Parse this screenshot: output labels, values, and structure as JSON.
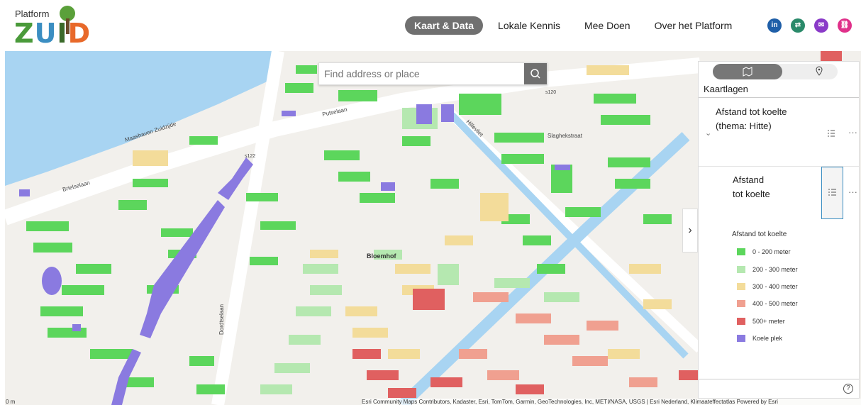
{
  "header": {
    "logo_small": "Platform",
    "logo_letters": [
      "Z",
      "U",
      "I",
      "D"
    ],
    "nav": [
      {
        "label": "Kaart & Data",
        "active": true
      },
      {
        "label": "Lokale Kennis",
        "active": false
      },
      {
        "label": "Mee Doen",
        "active": false
      },
      {
        "label": "Over het Platform",
        "active": false
      }
    ],
    "socials": [
      {
        "icon": "linkedin-icon",
        "glyph": "in",
        "color": "#1f5fa8"
      },
      {
        "icon": "share-icon",
        "glyph": "⇄",
        "color": "#2a8a6a"
      },
      {
        "icon": "mail-icon",
        "glyph": "✉",
        "color": "#8a3ac8"
      },
      {
        "icon": "link-icon",
        "glyph": "⛓",
        "color": "#e0308a"
      }
    ]
  },
  "search": {
    "placeholder": "Find address or place"
  },
  "map": {
    "labels": {
      "maashaven": "Maashaven Zuidzijde",
      "putselaan": "Putselaan",
      "brielselaan": "Brielselaan",
      "bloemhof": "Bloemhof",
      "slaghekstraat": "Slaghekstraat",
      "dordtselaan": "Dordtselaan",
      "hillevliet": "Hillevliet",
      "s120": "s120",
      "s122": "s122"
    }
  },
  "panel": {
    "title": "Kaartlagen",
    "group_layer": "Afstand tot koelte (thema: Hitte)",
    "layer": "Afstand tot koelte",
    "legend_title": "Afstand tot koelte",
    "legend": [
      {
        "label": "0 - 200 meter",
        "color": "#5cd65c"
      },
      {
        "label": "200 - 300 meter",
        "color": "#b5e8b0"
      },
      {
        "label": "300 - 400 meter",
        "color": "#f3dc9a"
      },
      {
        "label": "400 - 500 meter",
        "color": "#f0a090"
      },
      {
        "label": "500+ meter",
        "color": "#e06060"
      },
      {
        "label": "Koele plek",
        "color": "#8a7ae0"
      }
    ],
    "more": "···",
    "help": "?"
  },
  "attribution": "Esri Community Maps Contributors, Kadaster, Esri, TomTom, Garmin, GeoTechnologies, Inc, METI/NASA, USGS | Esri Nederland, Klimaateffectatlas   Powered by Esri",
  "scale_label": "0 m"
}
